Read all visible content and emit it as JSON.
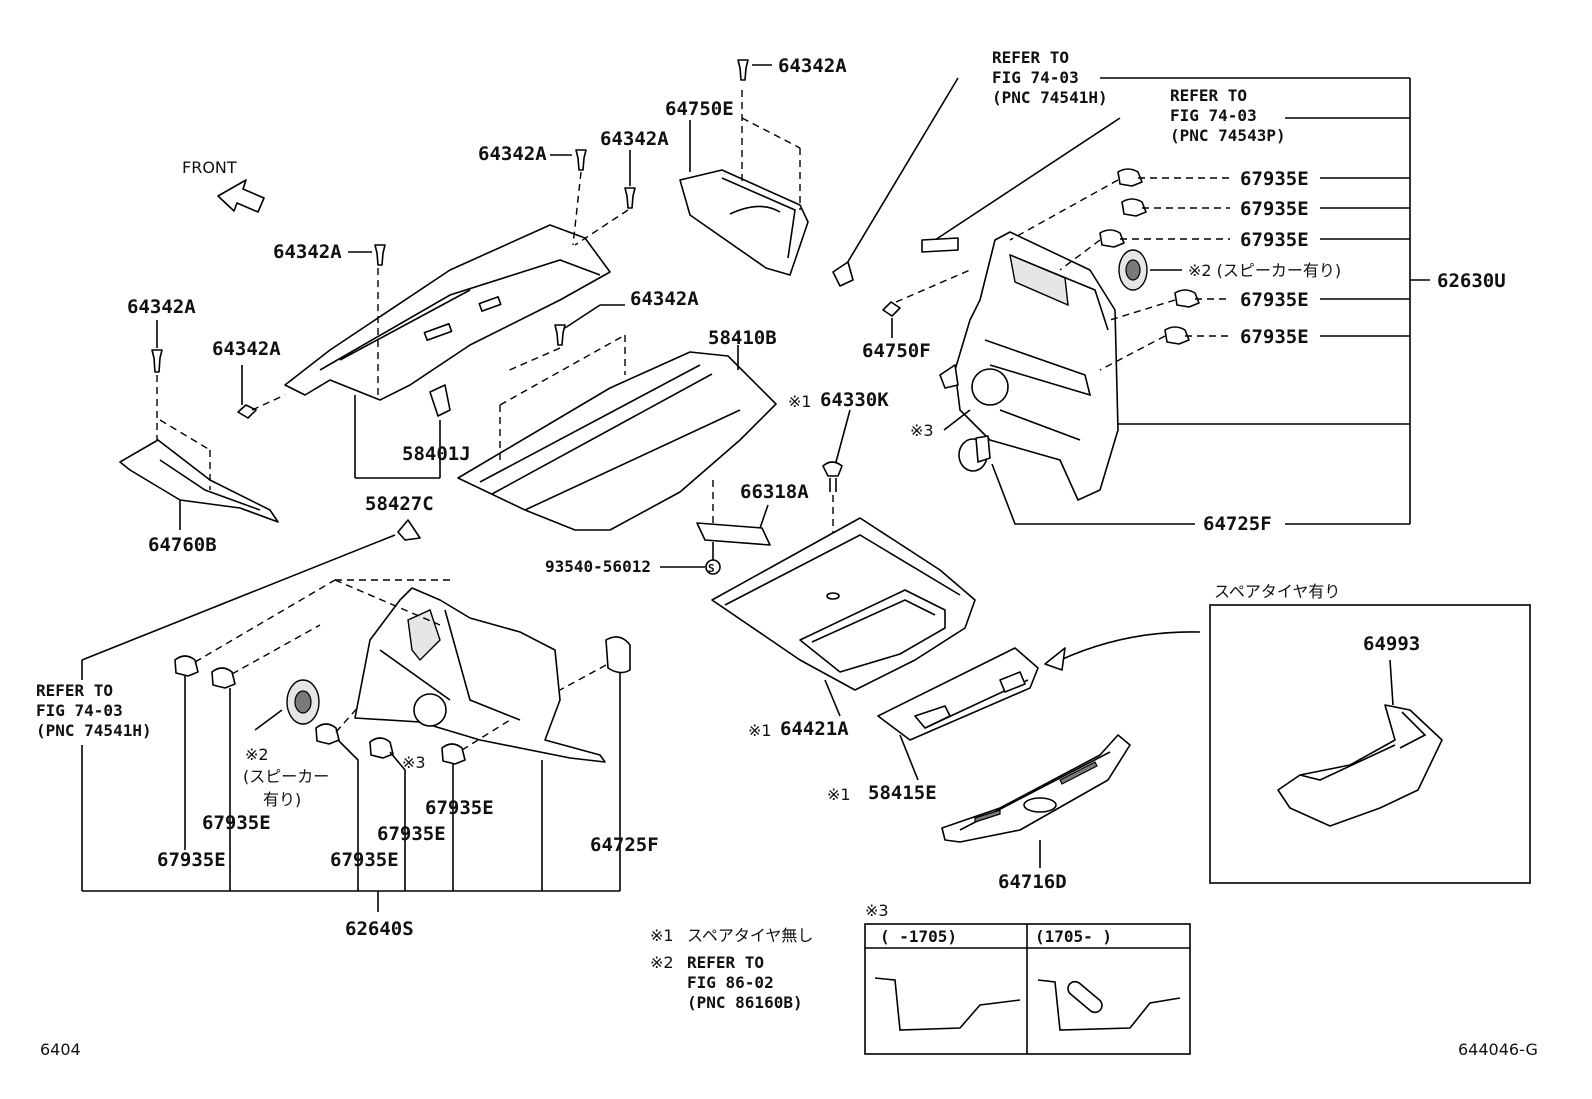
{
  "diagram": {
    "front_label": "FRONT",
    "callouts": {
      "c_64342A_top": "64342A",
      "c_64750E": "64750E",
      "c_64342A_a": "64342A",
      "c_64342A_b": "64342A",
      "c_64342A_c": "64342A",
      "c_64342A_d": "64342A",
      "c_64342A_e": "64342A",
      "c_64342A_f": "64342A",
      "c_58410B": "58410B",
      "c_58401J": "58401J",
      "c_58427C": "58427C",
      "c_64760B": "64760B",
      "c_64330K": "64330K",
      "c_64330K_mark": "※1",
      "c_66318A": "66318A",
      "c_93540": "93540-56012",
      "c_s_symbol": "S",
      "c_64421A": "64421A",
      "c_64421A_mark": "※1",
      "c_58415E": "58415E",
      "c_58415E_mark": "※1",
      "c_64716D": "64716D",
      "c_64750F": "64750F",
      "c_62630U": "62630U",
      "c_64725F_r": "64725F",
      "c_mark3_r": "※3",
      "c_67935E_r1": "67935E",
      "c_67935E_r2": "67935E",
      "c_67935E_r3": "67935E",
      "c_67935E_r4": "67935E",
      "c_67935E_r5": "67935E",
      "c_speaker_r": "※2 (スピーカー有り)",
      "c_62640S": "62640S",
      "c_67935E_l1": "67935E",
      "c_67935E_l2": "67935E",
      "c_67935E_l3": "67935E",
      "c_67935E_l4": "67935E",
      "c_67935E_l5": "67935E",
      "c_64725F_l": "64725F",
      "c_mark2_l": "※2",
      "c_speaker_l1": "(スピーカー",
      "c_speaker_l2": "有り)",
      "c_mark3_l": "※3",
      "c_64993": "64993",
      "c_spare_with": "スペアタイヤ有り"
    },
    "refer_a": [
      "REFER TO",
      "FIG 74-03",
      "(PNC 74541H)"
    ],
    "refer_b": [
      "REFER TO",
      "FIG 74-03",
      "(PNC 74543P)"
    ],
    "refer_c": [
      "REFER TO",
      "FIG 74-03",
      "(PNC 74541H)"
    ],
    "legend": {
      "note1_mark": "※1",
      "note1_text": "スペアタイヤ無し",
      "note2_mark": "※2",
      "note2_lines": [
        "REFER TO",
        "FIG 86-02",
        "(PNC 86160B)"
      ],
      "note3_mark": "※3",
      "col1": "(     -1705)",
      "col2": "(1705-     )"
    },
    "footer": {
      "left_code": "6404",
      "right_code": "644046-G"
    }
  }
}
